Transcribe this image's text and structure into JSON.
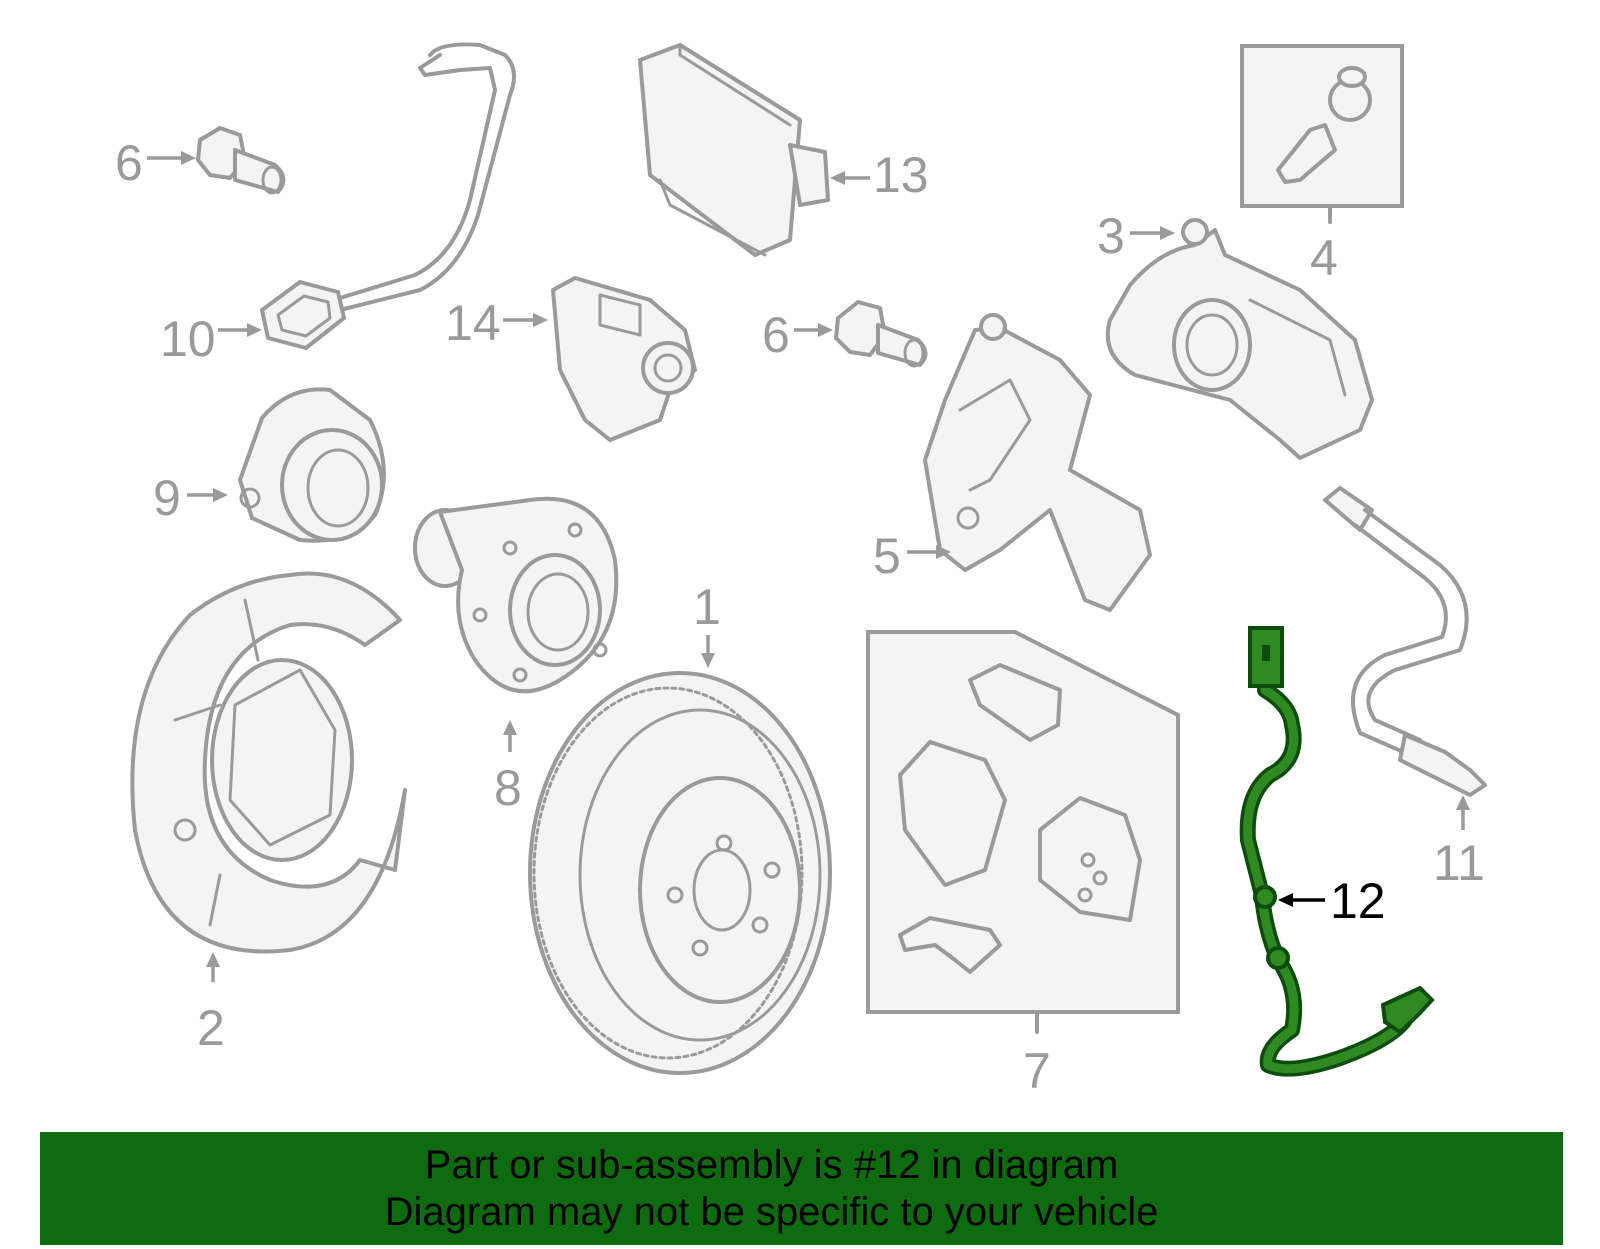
{
  "callouts": {
    "c1": "1",
    "c2": "2",
    "c3": "3",
    "c4": "4",
    "c5": "5",
    "c6a": "6",
    "c6b": "6",
    "c7": "7",
    "c8": "8",
    "c9": "9",
    "c10": "10",
    "c11": "11",
    "c12": "12",
    "c13": "13",
    "c14": "14"
  },
  "highlighted_part": "12",
  "colors": {
    "highlight": "#2f8a22",
    "banner": "#0f6b0f",
    "parts": "#9a9a9a"
  },
  "banner": {
    "line1": "Part or sub-assembly is #12 in diagram",
    "line2": "Diagram may not be specific to your vehicle"
  }
}
